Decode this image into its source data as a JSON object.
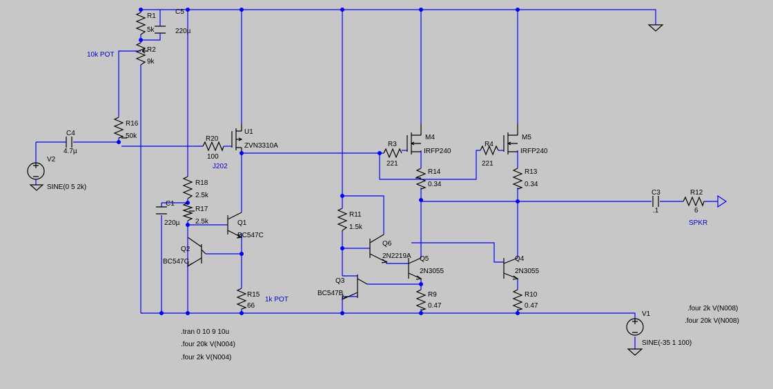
{
  "colors": {
    "background": "#c7c7c7",
    "wire": "#0000ff",
    "component": "#000000",
    "annotation": "#0000cc"
  },
  "labels": {
    "R1": "R1",
    "R1v": "5k",
    "C5": "C5",
    "C5v": "220µ",
    "R2": "R2",
    "R2v": "9k",
    "pot10k": "10k POT",
    "R16": "R16",
    "R16v": "50k",
    "C4": "C4",
    "C4v": "4.7µ",
    "V2": "V2",
    "V2v": "SINE(0 5 2k)",
    "R20": "R20",
    "R20v": "100",
    "U1": "U1",
    "U1v": "ZVN3310A",
    "J202": "J202",
    "R18": "R18",
    "R18v": "2.5k",
    "R17": "R17",
    "R17v": "2.5k",
    "C1": "C1",
    "C1v": "220µ",
    "Q1": "Q1",
    "Q1v": "BC547C",
    "Q2": "Q2",
    "Q2v": "BC547C",
    "R15": "R15",
    "R15v": "66",
    "pot1k": "1k POT",
    "R11": "R11",
    "R11v": "1.5k",
    "Q3": "Q3",
    "Q3v": "BC547B",
    "Q6": "Q6",
    "Q6v": "2N2219A",
    "Q5": "Q5",
    "Q5v": "2N3055",
    "R9": "R9",
    "R9v": "0.47",
    "R3": "R3",
    "R3v": "221",
    "M4": "M4",
    "M4v": "IRFP240",
    "R14": "R14",
    "R14v": "0.34",
    "R4": "R4",
    "R4v": "221",
    "M5": "M5",
    "M5v": "IRFP240",
    "R13": "R13",
    "R13v": "0.34",
    "Q4": "Q4",
    "Q4v": "2N3055",
    "R10": "R10",
    "R10v": "0.47",
    "C3": "C3",
    "C3v": ".1",
    "R12": "R12",
    "R12v": "6",
    "SPKR": "SPKR",
    "V1": "V1",
    "V1v": "SINE(-35 1 100)"
  },
  "directives": {
    "tran": ".tran 0 10 9 10u",
    "four20k_n004": ".four 20k V(N004)",
    "four2k_n004": ".four 2k V(N004)",
    "four2k_n008": ".four 2k V(N008)",
    "four20k_n008": ".four 20k V(N008)"
  }
}
